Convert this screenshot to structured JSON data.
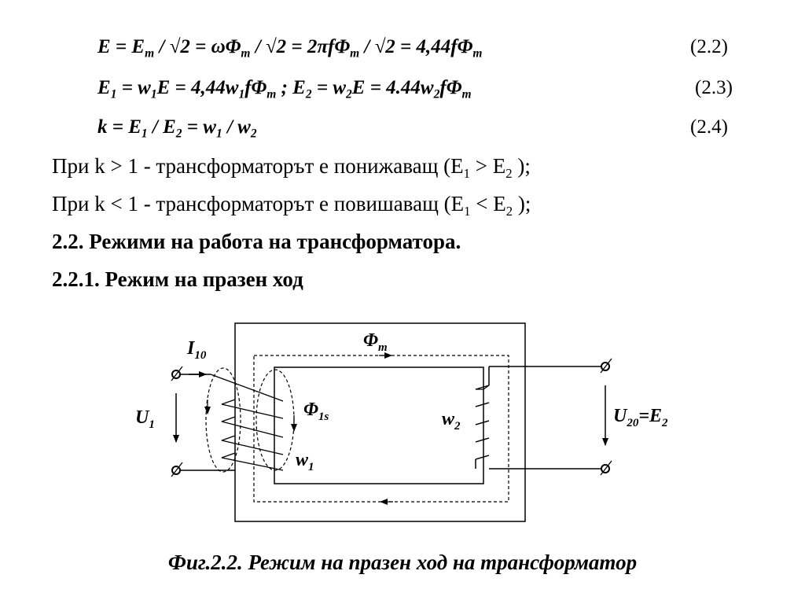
{
  "equations": [
    {
      "lhs": "E = E",
      "parts": [
        "m",
        " / √2 = ωΦ",
        "m",
        " / √2 = 2πfΦ",
        "m",
        " / √2 = 4,44fΦ",
        "m"
      ],
      "number": "(2.2)"
    },
    {
      "parts_a": [
        "E",
        "1",
        " = w",
        "1",
        "E = 4,44w",
        "1",
        "fΦ",
        "m",
        " ; E",
        "2",
        " = w",
        "2",
        "E = 4.44w",
        "2",
        "fΦ",
        "m"
      ],
      "number": "(2.3)"
    },
    {
      "parts_a": [
        "k = E",
        "1",
        " / E",
        "2",
        " = w",
        "1",
        " / w",
        "2"
      ],
      "number": "(2.4)"
    }
  ],
  "text_lines": [
    {
      "a": "При k ",
      "op": ">",
      "b": " 1 - трансформаторът е понижаващ (E",
      "s1": "1",
      "c": " > E",
      "s2": "2",
      "d": " );"
    },
    {
      "a": "При k ",
      "op": "<",
      "b": " 1 - трансформаторът е повишаващ (E",
      "s1": "1",
      "c": " < E",
      "s2": "2",
      "d": " );"
    }
  ],
  "section_title": "2.2. Режими на работа на трансформатора.",
  "subsection_title": "2.2.1. Режим на празен ход",
  "diagram_labels": {
    "I": "I",
    "I_sub": "10",
    "Phi_m": "Φ",
    "Phi_m_sub": "m",
    "U1": "U",
    "U1_sub": "1",
    "Phi1s": "Φ",
    "Phi1s_sub": "1s",
    "w1": "w",
    "w1_sub": "1",
    "w2": "w",
    "w2_sub": "2",
    "U20": "U",
    "U20_sub": "20",
    "U20_eq": "=E",
    "U20_eq_sub": "2"
  },
  "caption": "Фиг.2.2. Режим на празен ход на трансформатор"
}
